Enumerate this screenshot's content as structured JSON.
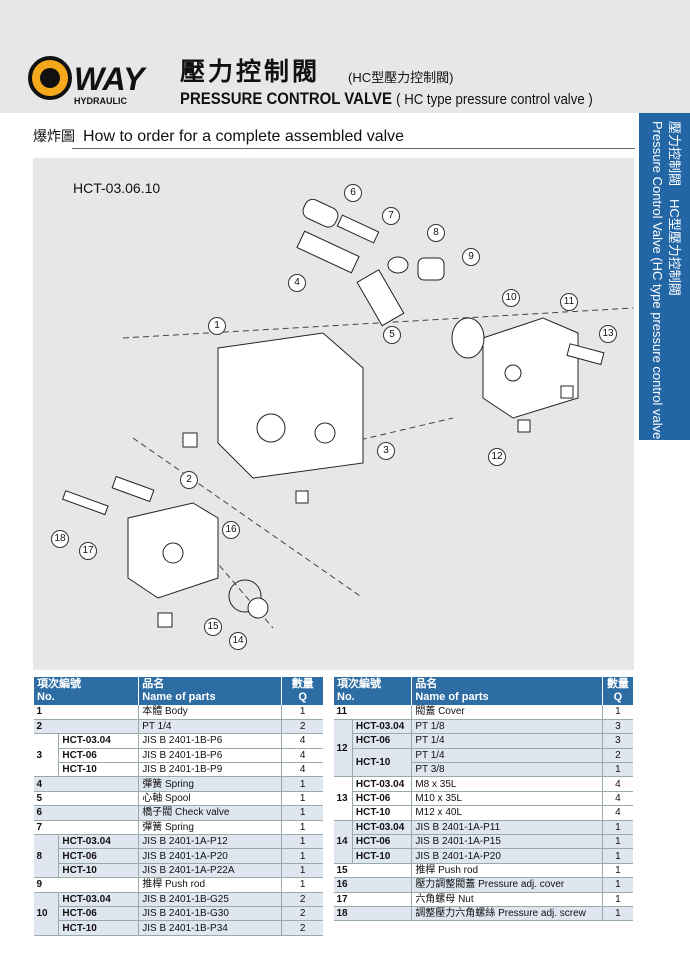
{
  "header": {
    "brand": "WAY",
    "brand_sub": "HYDRAULIC",
    "title_zh": "壓力控制閥",
    "title_zh_sub": "(HC型壓力控制閥)",
    "title_en": "PRESSURE CONTROL VALVE",
    "title_en_sub": "( HC type pressure control valve )"
  },
  "section": {
    "zh": "爆炸圖",
    "title": "How to order for a complete assembled valve"
  },
  "side_tab": {
    "zh": "壓力控制閥　HC型壓力控制閥",
    "en": "Pressure Control Valve (HC type pressure control valve)"
  },
  "diagram": {
    "model": "HCT-03.06.10",
    "callouts": [
      "1",
      "2",
      "3",
      "4",
      "5",
      "6",
      "7",
      "8",
      "9",
      "10",
      "11",
      "12",
      "13",
      "14",
      "15",
      "16",
      "17",
      "18"
    ]
  },
  "table_header": {
    "no_zh": "項次編號",
    "no_en": "No.",
    "name_zh": "品名",
    "name_en": "Name of parts",
    "q_zh": "數量",
    "q_en": "Q"
  },
  "left_rows": [
    [
      "1",
      "",
      "本體 Body",
      "1"
    ],
    [
      "2",
      "",
      "PT 1/4",
      "2"
    ],
    [
      "3",
      "HCT-03.04",
      "JIS B 2401-1B-P6",
      "4"
    ],
    [
      "",
      "HCT-06",
      "JIS B 2401-1B-P6",
      "4"
    ],
    [
      "",
      "HCT-10",
      "JIS B 2401-1B-P9",
      "4"
    ],
    [
      "4",
      "",
      "彈簧 Spring",
      "1"
    ],
    [
      "5",
      "",
      "心軸 Spool",
      "1"
    ],
    [
      "6",
      "",
      "橋子閥 Check valve",
      "1"
    ],
    [
      "7",
      "",
      "彈簧 Spring",
      "1"
    ],
    [
      "8",
      "HCT-03.04",
      "JIS B 2401-1A-P12",
      "1"
    ],
    [
      "",
      "HCT-06",
      "JIS B 2401-1A-P20",
      "1"
    ],
    [
      "",
      "HCT-10",
      "JIS B 2401-1A-P22A",
      "1"
    ],
    [
      "9",
      "",
      "推桿 Push rod",
      "1"
    ],
    [
      "10",
      "HCT-03.04",
      "JIS B 2401-1B-G25",
      "2"
    ],
    [
      "",
      "HCT-06",
      "JIS B 2401-1B-G30",
      "2"
    ],
    [
      "",
      "HCT-10",
      "JIS B 2401-1B-P34",
      "2"
    ]
  ],
  "right_rows": [
    [
      "11",
      "",
      "閥蓋 Cover",
      "1"
    ],
    [
      "12",
      "HCT-03.04",
      "PT 1/8",
      "3"
    ],
    [
      "",
      "HCT-06",
      "PT 1/4",
      "3"
    ],
    [
      "",
      "HCT-10",
      "PT 1/4",
      "2"
    ],
    [
      "",
      "",
      "PT 3/8",
      "1"
    ],
    [
      "13",
      "HCT-03.04",
      "M8 x 35L",
      "4"
    ],
    [
      "",
      "HCT-06",
      "M10 x 35L",
      "4"
    ],
    [
      "",
      "HCT-10",
      "M12 x 40L",
      "4"
    ],
    [
      "14",
      "HCT-03.04",
      "JIS B 2401-1A-P11",
      "1"
    ],
    [
      "",
      "HCT-06",
      "JIS B 2401-1A-P15",
      "1"
    ],
    [
      "",
      "HCT-10",
      "JIS B 2401-1A-P20",
      "1"
    ],
    [
      "15",
      "",
      "推桿 Push rod",
      "1"
    ],
    [
      "16",
      "",
      "壓力調整閥蓋 Pressure adj. cover",
      "1"
    ],
    [
      "17",
      "",
      "六角螺母 Nut",
      "1"
    ],
    [
      "18",
      "",
      "調整壓力六角螺絲 Pressure adj. screw",
      "1"
    ]
  ]
}
